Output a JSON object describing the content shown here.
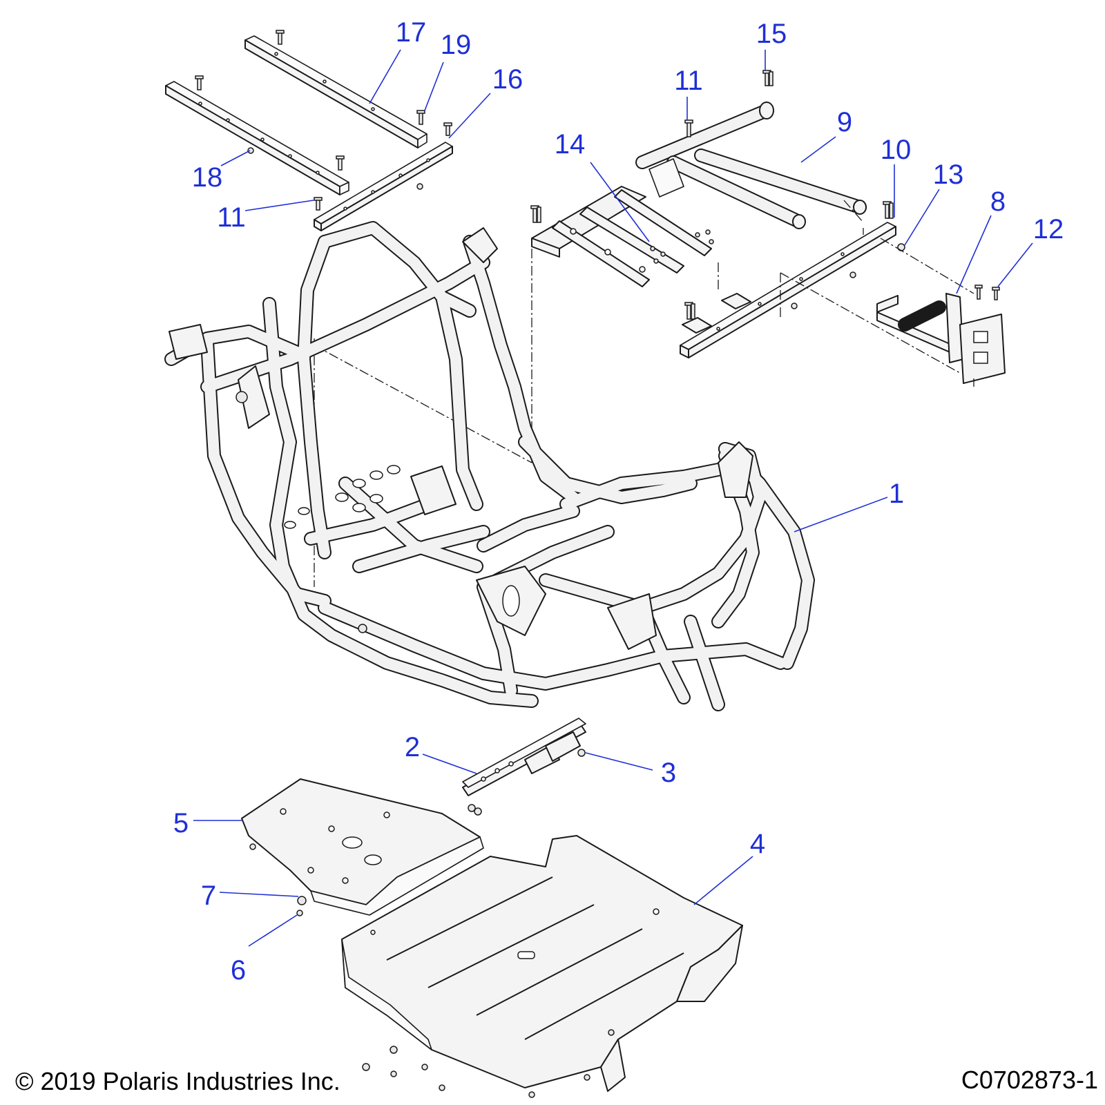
{
  "callouts": [
    {
      "id": "17",
      "label": "17"
    },
    {
      "id": "19",
      "label": "19"
    },
    {
      "id": "16",
      "label": "16"
    },
    {
      "id": "18",
      "label": "18"
    },
    {
      "id": "11a",
      "label": "11"
    },
    {
      "id": "15",
      "label": "15"
    },
    {
      "id": "11b",
      "label": "11"
    },
    {
      "id": "14",
      "label": "14"
    },
    {
      "id": "9",
      "label": "9"
    },
    {
      "id": "10",
      "label": "10"
    },
    {
      "id": "13",
      "label": "13"
    },
    {
      "id": "8",
      "label": "8"
    },
    {
      "id": "12",
      "label": "12"
    },
    {
      "id": "1",
      "label": "1"
    },
    {
      "id": "2",
      "label": "2"
    },
    {
      "id": "3",
      "label": "3"
    },
    {
      "id": "5",
      "label": "5"
    },
    {
      "id": "4",
      "label": "4"
    },
    {
      "id": "7",
      "label": "7"
    },
    {
      "id": "6",
      "label": "6"
    }
  ],
  "footer": {
    "copyright": "© 2019 Polaris Industries Inc.",
    "drawing_id": "C0702873-1"
  },
  "colors": {
    "callout": "#1f2fd6",
    "line_art": "#1a1a1a",
    "background": "#ffffff"
  }
}
